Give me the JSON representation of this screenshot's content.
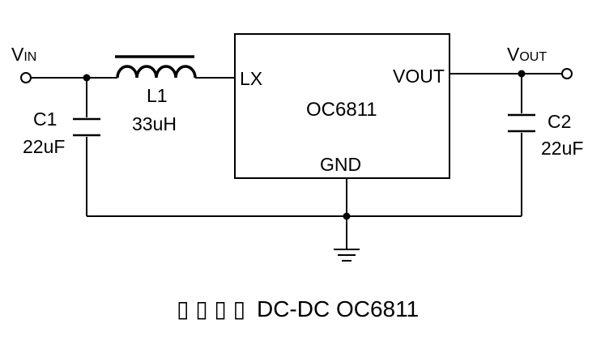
{
  "labels": {
    "vin_main": "V",
    "vin_sub": "IN",
    "vout_main": "V",
    "vout_sub": "OUT",
    "l1_name": "L1",
    "l1_value": "33uH",
    "c1_name": "C1",
    "c1_value": "22uF",
    "c2_name": "C2",
    "c2_value": "22uF",
    "pin_lx": "LX",
    "pin_vout": "VOUT",
    "pin_gnd": "GND",
    "chip_name": "OC6811"
  },
  "caption": {
    "unrendered_glyphs": "▯ ▯ ▯ ▯",
    "text": "DC-DC OC6811"
  }
}
